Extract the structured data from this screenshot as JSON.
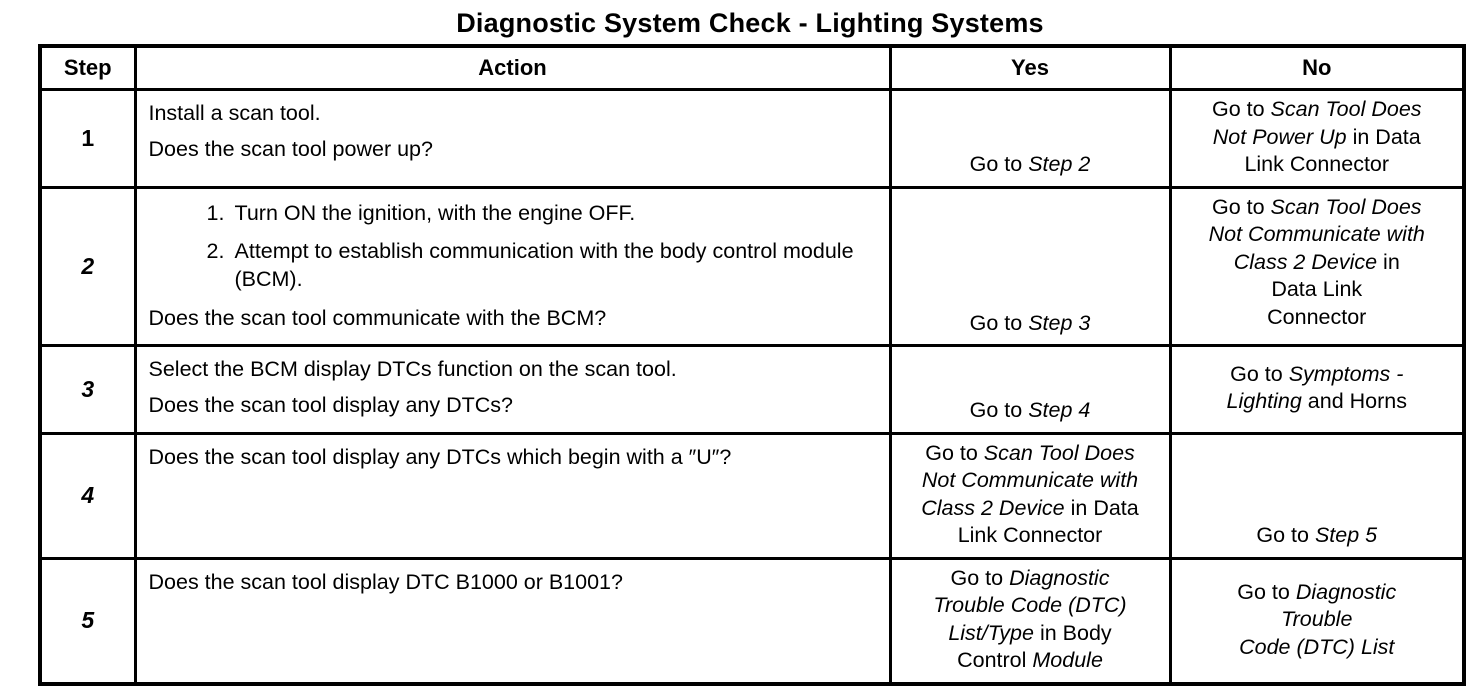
{
  "title": "Diagnostic System Check - Lighting Systems",
  "colors": {
    "ink": "#000000",
    "paper": "#ffffff"
  },
  "table": {
    "headers": [
      "Step",
      "Action",
      "Yes",
      "No"
    ],
    "rows": [
      {
        "step": {
          "value": "1",
          "italic": false
        },
        "action": [
          {
            "text": "Install a scan tool."
          },
          {
            "text": "Does the scan tool power up?"
          }
        ],
        "yes": {
          "valign": "bottom",
          "lines": [
            [
              {
                "t": "Go to ",
                "i": false
              },
              {
                "t": "Step 2",
                "i": true
              }
            ]
          ]
        },
        "no": {
          "valign": "top",
          "lines": [
            [
              {
                "t": "Go to ",
                "i": false
              },
              {
                "t": "Scan Tool Does",
                "i": true
              }
            ],
            [
              {
                "t": "Not Power Up",
                "i": true
              },
              {
                "t": " in Data",
                "i": false
              }
            ],
            [
              {
                "t": "Link Connector",
                "i": false
              }
            ]
          ]
        }
      },
      {
        "step": {
          "value": "2",
          "italic": true
        },
        "action": [
          {
            "num": "1.",
            "text": "Turn ON the ignition, with the engine OFF."
          },
          {
            "num": "2.",
            "text": "Attempt to establish communication with the body control module (BCM)."
          },
          {
            "text": "Does the scan tool communicate with the BCM?"
          }
        ],
        "yes": {
          "valign": "bottom",
          "lines": [
            [
              {
                "t": "Go to ",
                "i": false
              },
              {
                "t": "Step 3",
                "i": true
              }
            ]
          ]
        },
        "no": {
          "valign": "top",
          "lines": [
            [
              {
                "t": "Go to ",
                "i": false
              },
              {
                "t": "Scan Tool Does",
                "i": true
              }
            ],
            [
              {
                "t": "Not Communicate with",
                "i": true
              }
            ],
            [
              {
                "t": "Class 2 Device",
                "i": true
              },
              {
                "t": " in",
                "i": false
              }
            ],
            [
              {
                "t": "Data Link",
                "i": false
              }
            ],
            [
              {
                "t": "Connector",
                "i": false
              }
            ]
          ]
        }
      },
      {
        "step": {
          "value": "3",
          "italic": true
        },
        "action": [
          {
            "text": "Select the BCM display DTCs function on the scan tool."
          },
          {
            "text": "Does the scan tool display any DTCs?"
          }
        ],
        "yes": {
          "valign": "bottom",
          "lines": [
            [
              {
                "t": "Go to ",
                "i": false
              },
              {
                "t": "Step 4",
                "i": true
              }
            ]
          ]
        },
        "no": {
          "valign": "center",
          "lines": [
            [
              {
                "t": "Go to ",
                "i": false
              },
              {
                "t": "Symptoms -",
                "i": true
              }
            ],
            [
              {
                "t": "Lighting",
                "i": true
              },
              {
                "t": " and Horns",
                "i": false
              }
            ]
          ]
        }
      },
      {
        "step": {
          "value": "4",
          "italic": true
        },
        "action": [
          {
            "text": "Does the scan tool display any DTCs which begin with a ″U″?"
          }
        ],
        "yes": {
          "valign": "top",
          "lines": [
            [
              {
                "t": "Go to ",
                "i": false
              },
              {
                "t": "Scan Tool Does",
                "i": true
              }
            ],
            [
              {
                "t": "Not Communicate with",
                "i": true
              }
            ],
            [
              {
                "t": "Class 2 Device",
                "i": true
              },
              {
                "t": " in Data",
                "i": false
              }
            ],
            [
              {
                "t": "Link Connector",
                "i": false
              }
            ]
          ]
        },
        "no": {
          "valign": "bottom",
          "lines": [
            [
              {
                "t": "Go to ",
                "i": false
              },
              {
                "t": "Step 5",
                "i": true
              }
            ]
          ]
        }
      },
      {
        "step": {
          "value": "5",
          "italic": true
        },
        "action": [
          {
            "text": "Does the scan tool display DTC B1000 or B1001?"
          }
        ],
        "yes": {
          "valign": "center",
          "lines": [
            [
              {
                "t": "Go to ",
                "i": false
              },
              {
                "t": "Diagnostic",
                "i": true
              }
            ],
            [
              {
                "t": "Trouble Code (DTC)",
                "i": true
              }
            ],
            [
              {
                "t": "List/Type",
                "i": true
              },
              {
                "t": " in Body",
                "i": false
              }
            ],
            [
              {
                "t": "Control ",
                "i": false
              },
              {
                "t": "Module",
                "i": true
              }
            ]
          ]
        },
        "no": {
          "valign": "center",
          "lines": [
            [
              {
                "t": "Go to ",
                "i": false
              },
              {
                "t": "Diagnostic",
                "i": true
              }
            ],
            [
              {
                "t": "Trouble",
                "i": true
              }
            ],
            [
              {
                "t": "Code (DTC) List",
                "i": true
              }
            ]
          ]
        }
      }
    ]
  }
}
